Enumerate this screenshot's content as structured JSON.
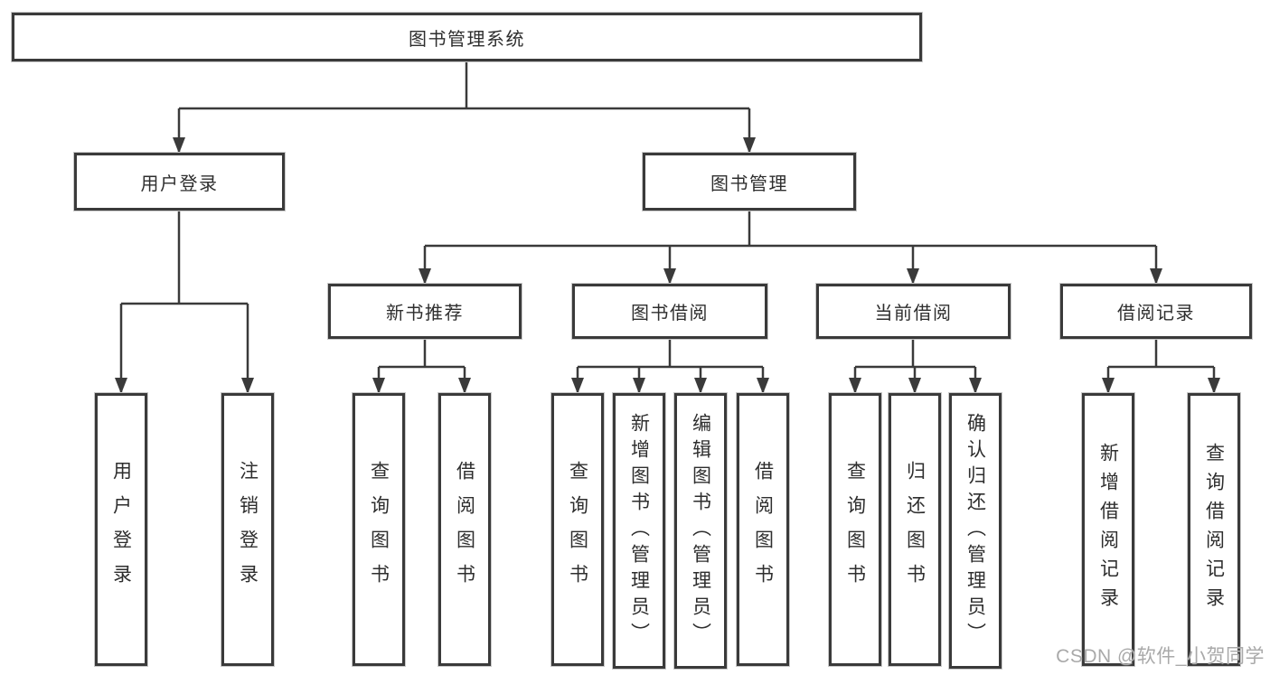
{
  "tree": {
    "root": "图书管理系统",
    "level2": [
      {
        "label": "用户登录",
        "children": [
          "用户登录",
          "注销登录"
        ]
      },
      {
        "label": "图书管理"
      }
    ],
    "level3": [
      {
        "label": "新书推荐",
        "children": [
          "查询图书",
          "借阅图书"
        ]
      },
      {
        "label": "图书借阅",
        "children": [
          "查询图书",
          "新增图书（管理员）",
          "编辑图书（管理员）",
          "借阅图书"
        ]
      },
      {
        "label": "当前借阅",
        "children": [
          "查询图书",
          "归还图书",
          "确认归还（管理员）"
        ]
      },
      {
        "label": "借阅记录",
        "children": [
          "新增借阅记录",
          "查询借阅记录"
        ]
      }
    ]
  },
  "watermark": "CSDN @软件_小贺同学",
  "colors": {
    "line": "#3a3a3a",
    "box_border": "#3a3a3a",
    "text": "#2e2e2e",
    "watermark": "#a9a9a9",
    "background": "#ffffff"
  }
}
